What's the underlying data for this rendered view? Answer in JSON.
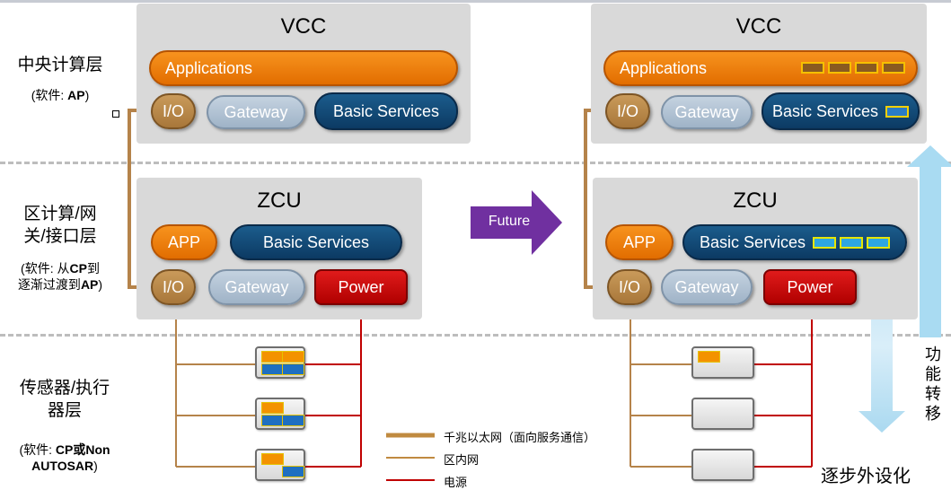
{
  "layers": {
    "central": {
      "title": "中央计算层",
      "sub_prefix": "(软件: ",
      "sub_bold": "AP",
      "sub_suffix": ")"
    },
    "zone": {
      "title_line1": "区计算/网",
      "title_line2": "关/接口层",
      "sub_line1_prefix": "(软件: 从",
      "sub_line1_bold": "CP",
      "sub_line1_suffix": "到",
      "sub_line2_prefix": "逐渐过渡到",
      "sub_line2_bold": "AP",
      "sub_line2_suffix": ")"
    },
    "sensor": {
      "title_line1": "传感器/执行",
      "title_line2": "器层",
      "sub_line1_prefix": "(软件: ",
      "sub_line1_bold": "CP或Non",
      "sub_line2_bold": "AUTOSAR",
      "sub_line2_suffix": ")"
    }
  },
  "left": {
    "vcc": {
      "title": "VCC",
      "applications": "Applications",
      "io": "I/O",
      "gateway": "Gateway",
      "basic_services": "Basic Services"
    },
    "zcu": {
      "title": "ZCU",
      "app": "APP",
      "basic_services": "Basic Services",
      "io": "I/O",
      "gateway": "Gateway",
      "power": "Power"
    }
  },
  "right": {
    "vcc": {
      "title": "VCC",
      "applications": "Applications",
      "io": "I/O",
      "gateway": "Gateway",
      "basic_services": "Basic Services"
    },
    "zcu": {
      "title": "ZCU",
      "app": "APP",
      "basic_services": "Basic Services",
      "io": "I/O",
      "gateway": "Gateway",
      "power": "Power"
    }
  },
  "future_label": "Future",
  "legend": [
    {
      "label": "千兆以太网（面向服务通信）",
      "color": "#c08a40"
    },
    {
      "label": "区内网",
      "color": "#c08a40"
    },
    {
      "label": "电源",
      "color": "#c00000"
    }
  ],
  "vertical_label": "功能转移",
  "bottom_label": "逐步外设化",
  "colors": {
    "orange": "#f7931e",
    "navy": "#0c3a63",
    "gray_blue": "#a9bccf",
    "brown": "#b5834a",
    "red": "#c00000",
    "purple": "#7030a0",
    "panel": "#d9d9d9"
  },
  "icons": [
    "future-arrow-icon",
    "double-arrow-icon",
    "sensor-box-icon"
  ]
}
